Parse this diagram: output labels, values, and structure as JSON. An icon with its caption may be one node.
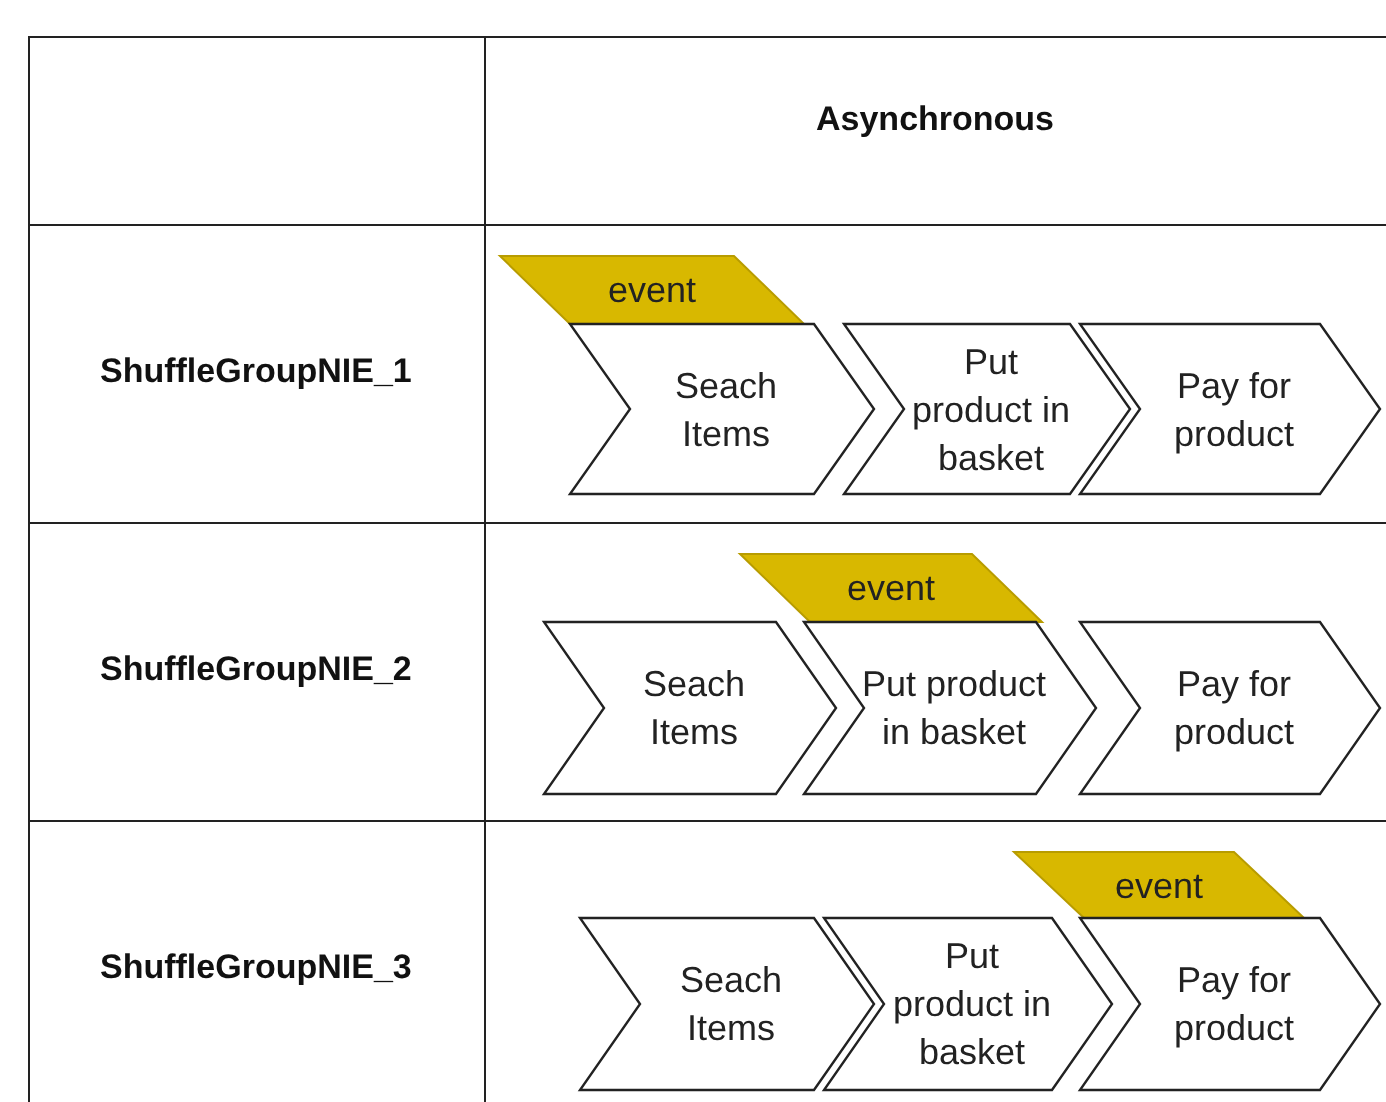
{
  "diagram": {
    "nodes": [
      {
        "text": [
          "event"
        ]
      },
      {
        "text": [
          "Seach Items"
        ]
      },
      {
        "text": [
          "Put product in basket"
        ]
      },
      {
        "text": [
          "Pay for product"
        ]
      },
      {
        "text": [
          "event"
        ]
      },
      {
        "text": [
          "Seach Items"
        ]
      },
      {
        "text": [
          "Put product in basket"
        ]
      },
      {
        "text": [
          "Pay for product"
        ]
      },
      {
        "text": [
          "event"
        ]
      },
      {
        "text": [
          "Seach Items"
        ]
      },
      {
        "text": [
          "Put product in basket"
        ]
      },
      {
        "text": [
          "Pay for product"
        ]
      }
    ],
    "edges": [],
    "labels": [
      "Asynchronous",
      "ShuffleGroupNIE_1",
      "ShuffleGroupNIE_2",
      "ShuffleGroupNIE_3"
    ]
  }
}
